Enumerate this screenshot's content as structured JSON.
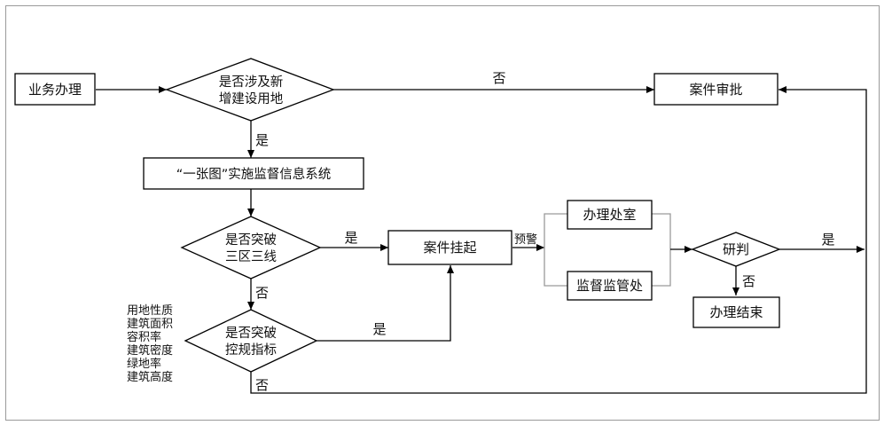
{
  "nodes": {
    "start": "业务办理",
    "decision_new_land": [
      "是否涉及新",
      "增建设用地"
    ],
    "approval": "案件审批",
    "system": "“一张图”实施监督信息系统",
    "decision_three_zones": [
      "是否突破",
      "三区三线"
    ],
    "suspend": "案件挂起",
    "office": "办理处室",
    "supervision": "监督监管处",
    "judge": "研判",
    "end": "办理结束",
    "decision_control": [
      "是否突破",
      "控规指标"
    ]
  },
  "edge_labels": {
    "no_top": "否",
    "yes_system": "是",
    "yes_suspend": "是",
    "no_three_zones": "否",
    "warning": "预警",
    "yes_judge": "是",
    "no_judge": "否",
    "yes_control": "是",
    "no_control": "否"
  },
  "indicators": [
    "用地性质",
    "建筑面积",
    "容积率",
    "建筑密度",
    "绿地率",
    "建筑高度"
  ]
}
